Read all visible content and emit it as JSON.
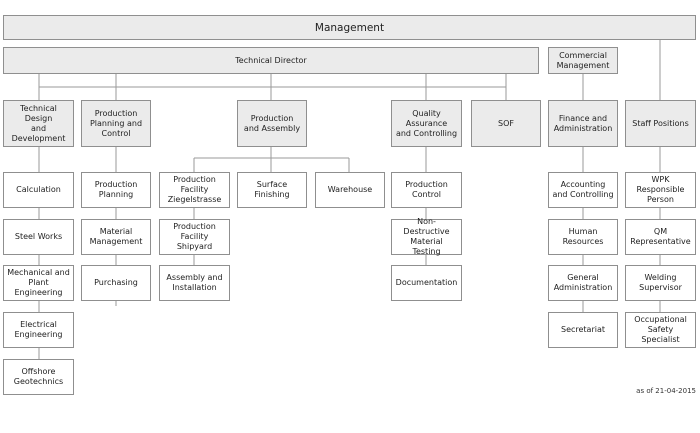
{
  "chart": {
    "top": {
      "management": "Management",
      "technical_director": "Technical Director",
      "commercial_management": "Commercial\nManagement"
    },
    "technical_design": {
      "head": "Technical Design\nand Development",
      "items": [
        "Calculation",
        "Steel Works",
        "Mechanical and\nPlant Engineering",
        "Electrical\nEngineering",
        "Offshore\nGeotechnics"
      ]
    },
    "production_planning": {
      "head": "Production\nPlanning and\nControl",
      "items": [
        "Production\nPlanning",
        "Material\nManagement",
        "Purchasing"
      ]
    },
    "production_assembly": {
      "head": "Production\nand Assembly",
      "facilities": [
        "Production Facility\nZiegelstrasse",
        "Production Facility\nShipyard",
        "Assembly and\nInstallation"
      ],
      "surface": "Surface\nFinishing",
      "warehouse": "Warehouse"
    },
    "quality": {
      "head": "Quality Assurance\nand Controlling",
      "items": [
        "Production\nControl",
        "Non-Destructive\nMaterial Testing",
        "Documentation"
      ]
    },
    "sof": "SOF",
    "finance": {
      "head": "Finance and\nAdministration",
      "items": [
        "Accounting\nand Controlling",
        "Human\nResources",
        "General\nAdministration",
        "Secretariat"
      ]
    },
    "staff": {
      "head": "Staff Positions",
      "items": [
        "WPK Responsible\nPerson",
        "QM\nRepresentative",
        "Welding\nSupervisor",
        "Occupational\nSafety Specialist"
      ]
    },
    "date": "as of 21-04-2015"
  }
}
